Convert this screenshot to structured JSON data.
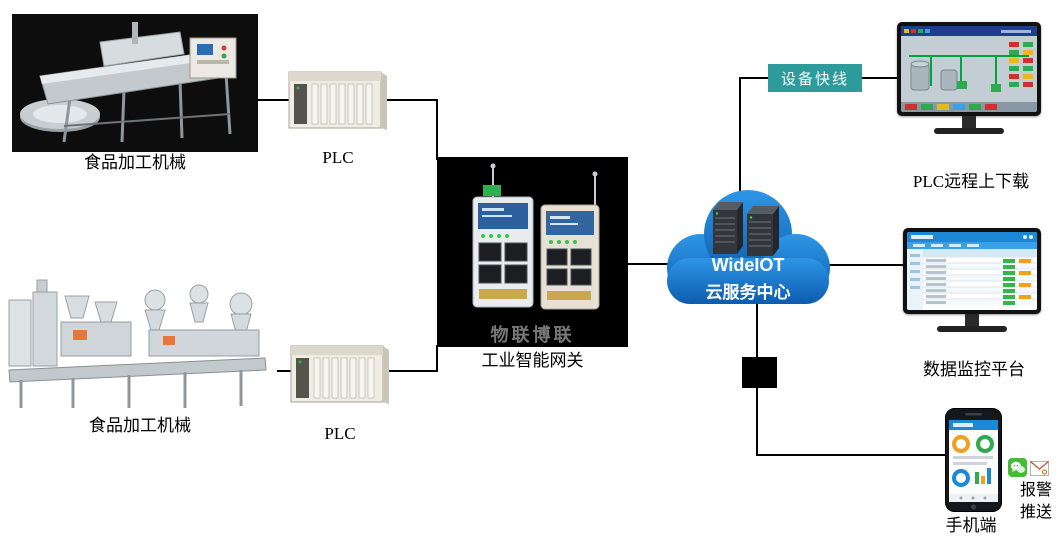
{
  "nodes": {
    "machine_top": {
      "label": "食品加工机械"
    },
    "plc_top": {
      "label": "PLC"
    },
    "machine_bottom": {
      "label": "食品加工机械"
    },
    "plc_bottom": {
      "label": "PLC"
    },
    "gateway": {
      "label": "工业智能网关",
      "watermark": "物联博联"
    },
    "cloud": {
      "name": "WideIOT",
      "subtitle": "云服务中心"
    },
    "device_express_badge": {
      "label": "设备快线"
    },
    "monitor_plc": {
      "label": "PLC远程上下载"
    },
    "monitor_data": {
      "label": "数据监控平台"
    },
    "mobile": {
      "label": "手机端"
    },
    "alarm": {
      "line1": "报警",
      "line2": "推送"
    }
  },
  "colors": {
    "cloud_blue": "#1b7fd6",
    "badge_teal": "#2d9b9b",
    "connector": "#000000",
    "wechat_green": "#46bb36",
    "accent_orange": "#e07820"
  }
}
